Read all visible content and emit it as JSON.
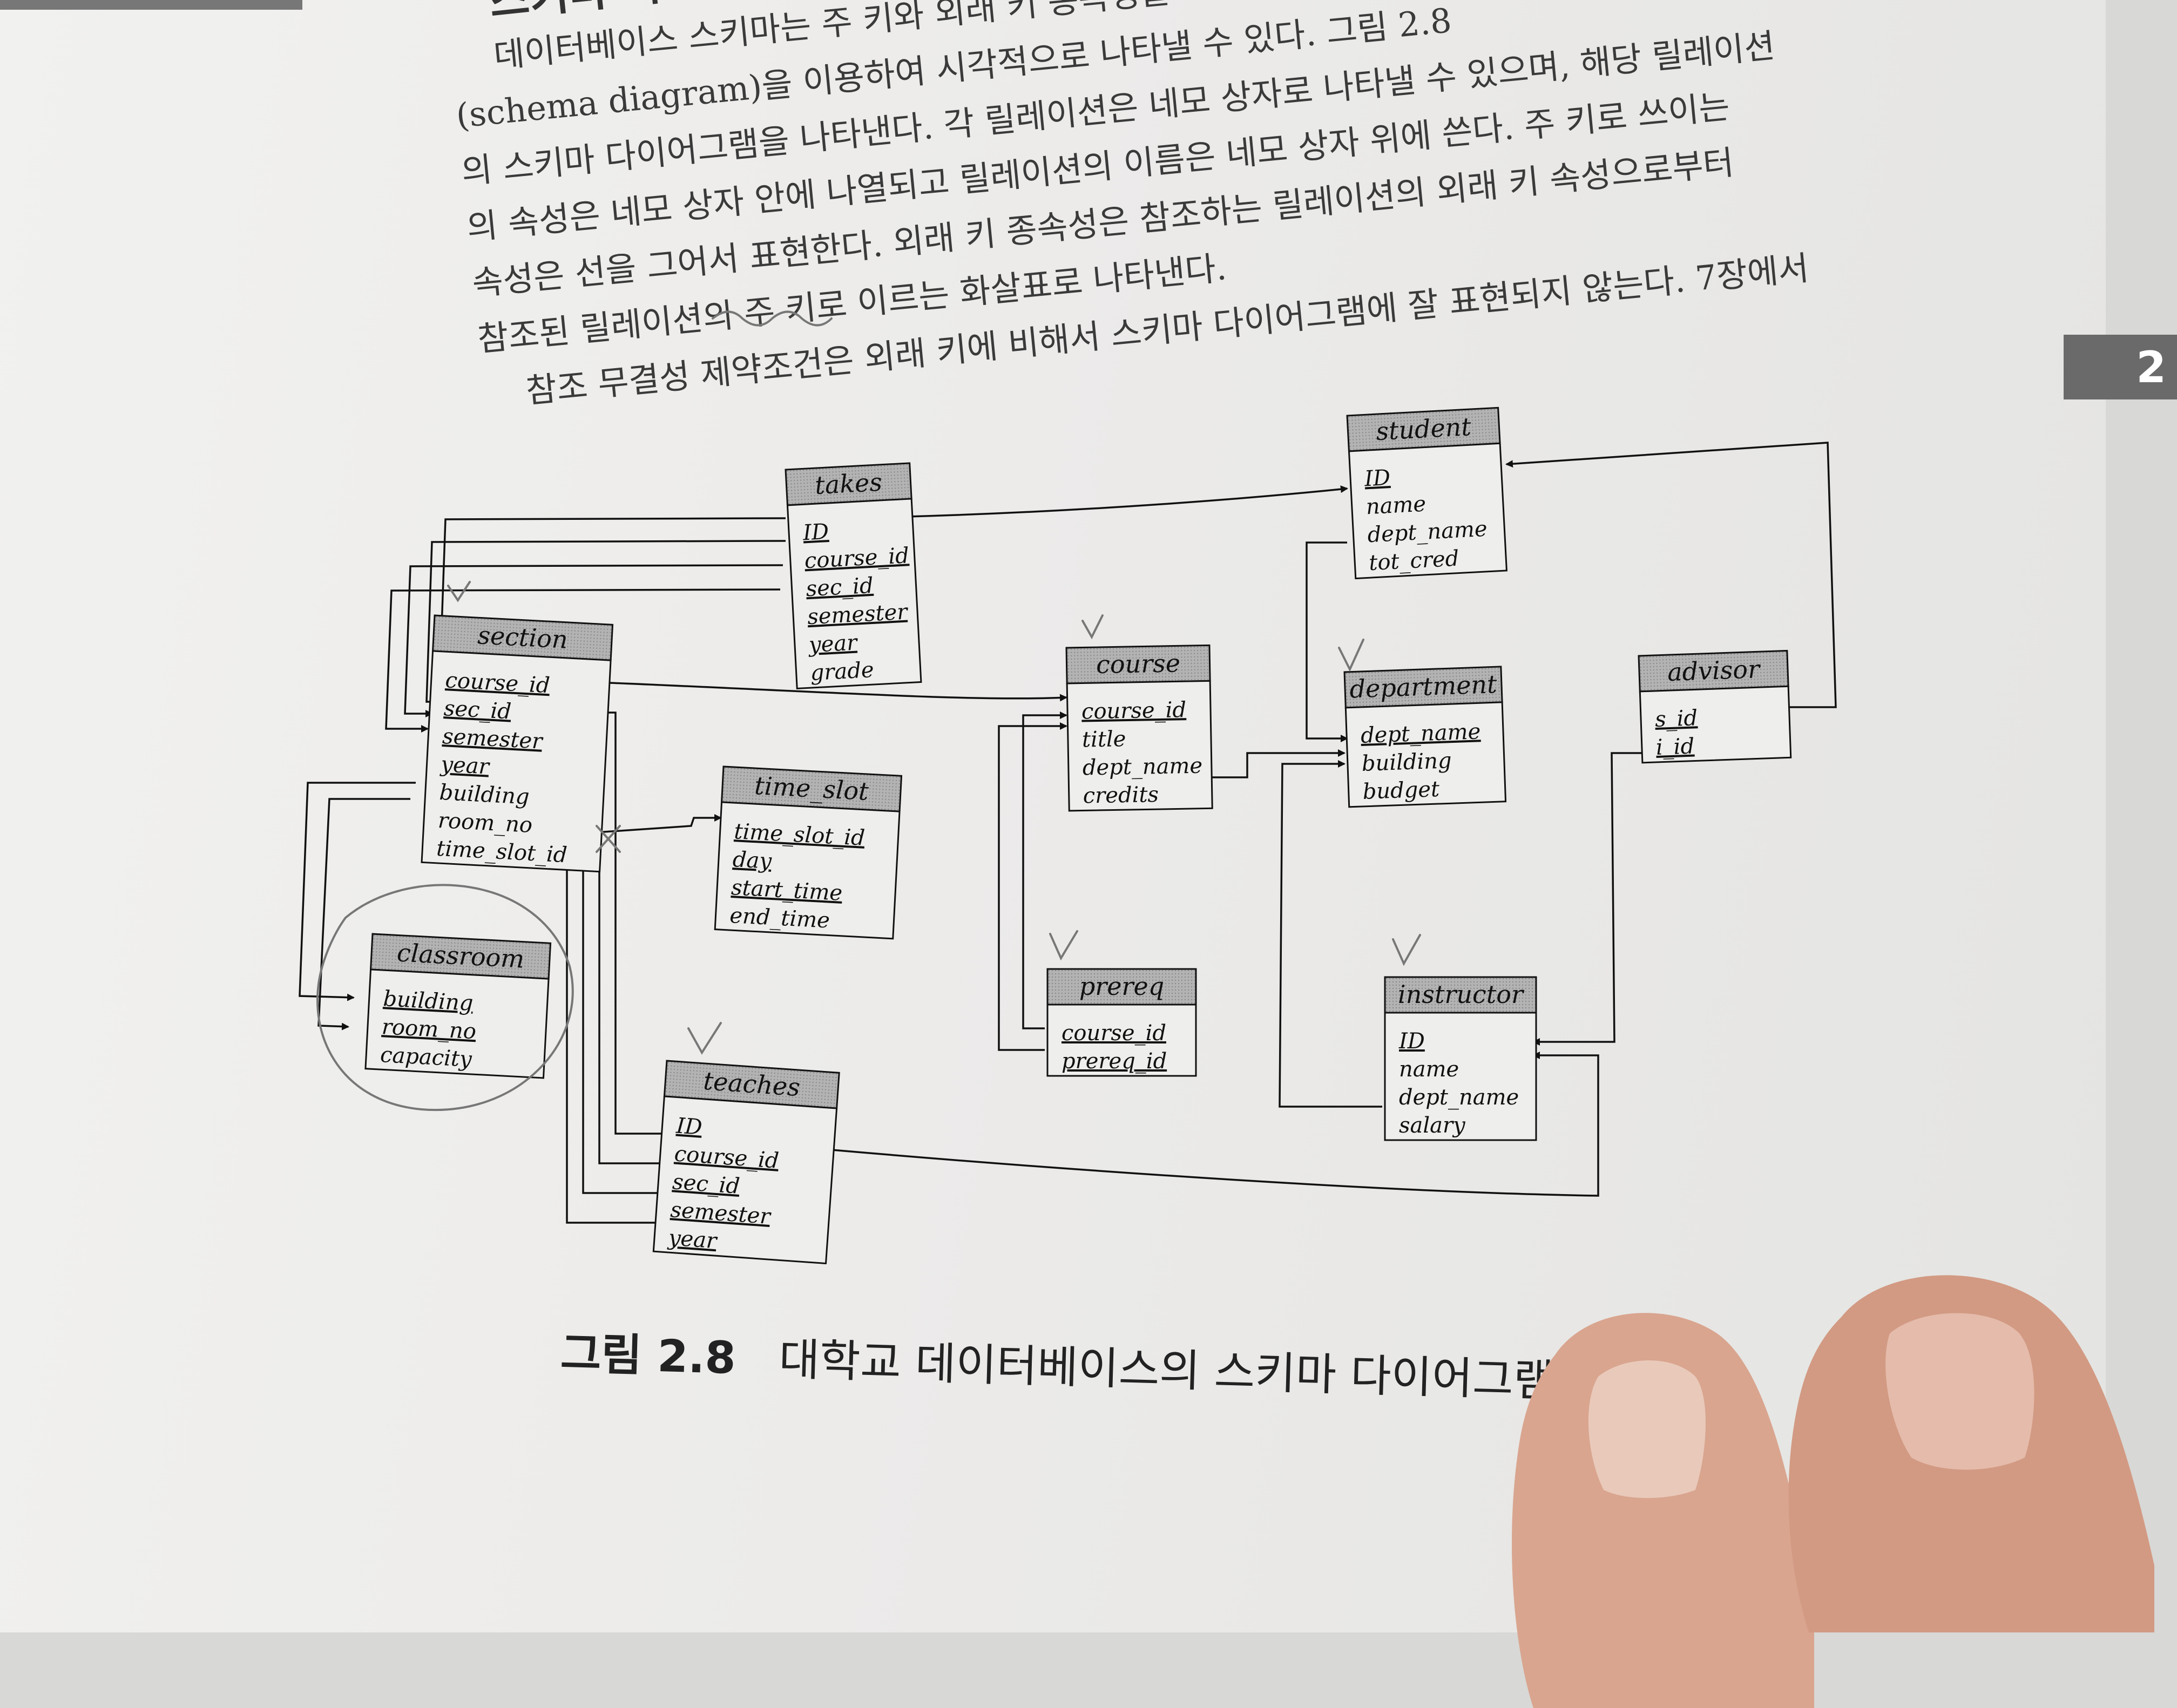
{
  "header": {
    "section_title": "스키마 다이어그램"
  },
  "paragraph": {
    "lines": [
      "데이터베이스 스키마는 주 키와 외래 키 종속성을",
      "(schema diagram)을 이용하여 시각적으로 나타낼 수 있다. 그림 2.8",
      "의 스키마 다이어그램을 나타낸다. 각 릴레이션은 네모 상자로 나타낼 수 있으며, 해당 릴레이션",
      "의 속성은 네모 상자 안에 나열되고 릴레이션의 이름은 네모 상자 위에 쓴다. 주 키로 쓰이는",
      "속성은 선을 그어서 표현한다. 외래 키 종속성은 참조하는 릴레이션의 외래 키 속성으로부터",
      "참조된 릴레이션의 주 키로 이르는 화살표로 나타낸다.",
      "참조 무결성 제약조건은 외래 키에 비해서 스키마 다이어그램에 잘 표현되지 않는다. 7장에서"
    ]
  },
  "side_tab": {
    "label": "2"
  },
  "relations": [
    {
      "name": "takes",
      "attributes": [
        "ID",
        "course_id",
        "sec_id",
        "semester",
        "year",
        "grade"
      ],
      "primary_key": [
        "ID",
        "course_id",
        "sec_id",
        "semester",
        "year"
      ]
    },
    {
      "name": "student",
      "attributes": [
        "ID",
        "name",
        "dept_name",
        "tot_cred"
      ],
      "primary_key": [
        "ID"
      ]
    },
    {
      "name": "section",
      "attributes": [
        "course_id",
        "sec_id",
        "semester",
        "year",
        "building",
        "room_no",
        "time_slot_id"
      ],
      "primary_key": [
        "course_id",
        "sec_id",
        "semester",
        "year"
      ]
    },
    {
      "name": "course",
      "attributes": [
        "course_id",
        "title",
        "dept_name",
        "credits"
      ],
      "primary_key": [
        "course_id"
      ]
    },
    {
      "name": "department",
      "attributes": [
        "dept_name",
        "building",
        "budget"
      ],
      "primary_key": [
        "dept_name"
      ]
    },
    {
      "name": "advisor",
      "attributes": [
        "s_id",
        "i_id"
      ],
      "primary_key": [
        "s_id",
        "i_id"
      ]
    },
    {
      "name": "time_slot",
      "attributes": [
        "time_slot_id",
        "day",
        "start_time",
        "end_time"
      ],
      "primary_key": [
        "time_slot_id",
        "day",
        "start_time"
      ]
    },
    {
      "name": "classroom",
      "attributes": [
        "building",
        "room_no",
        "capacity"
      ],
      "primary_key": [
        "building",
        "room_no"
      ]
    },
    {
      "name": "prereq",
      "attributes": [
        "course_id",
        "prereq_id"
      ],
      "primary_key": [
        "course_id",
        "prereq_id"
      ]
    },
    {
      "name": "instructor",
      "attributes": [
        "ID",
        "name",
        "dept_name",
        "salary"
      ],
      "primary_key": [
        "ID"
      ]
    },
    {
      "name": "teaches",
      "attributes": [
        "ID",
        "course_id",
        "sec_id",
        "semester",
        "year"
      ],
      "primary_key": [
        "ID",
        "course_id",
        "sec_id",
        "semester",
        "year"
      ]
    }
  ],
  "caption": {
    "number": "그림 2.8",
    "text": "대학교 데이터베이스의 스키마 다이어그램"
  },
  "colors": {
    "paper": "#eeeeec",
    "ink": "#111111",
    "header_fill": "#a9a9a9",
    "pencil": "#777777"
  }
}
